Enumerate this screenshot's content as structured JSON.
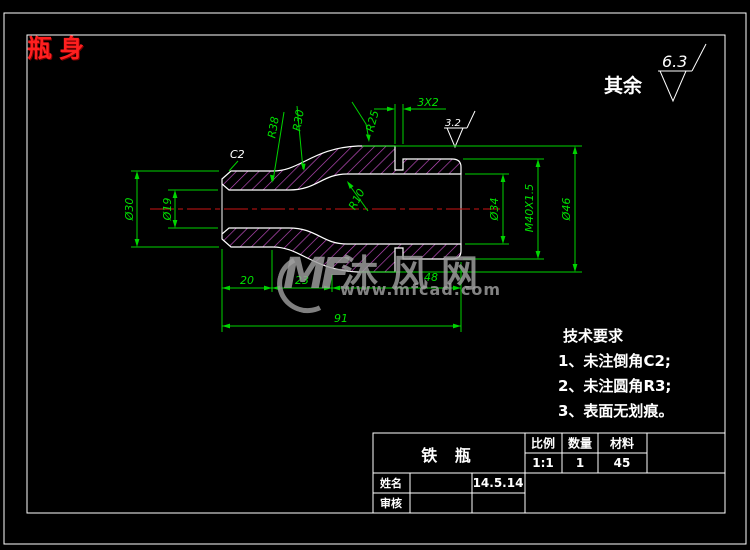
{
  "title": {
    "label": "瓶身"
  },
  "surface_note": {
    "prefix": "其余",
    "roughness": "6.3"
  },
  "drawing": {
    "dims": {
      "d30": "Ø30",
      "d19": "Ø19",
      "d34": "Ø34",
      "d46": "Ø46",
      "thread": "M40X1.5",
      "r38": "R38",
      "r30": "R30",
      "r25": "R25",
      "r10": "R10",
      "c2": "C2",
      "groove": "3X2",
      "local_roughness": "3.2",
      "len20": "20",
      "len23": "23",
      "len48": "48",
      "len91": "91"
    }
  },
  "tech": {
    "heading": "技术要求",
    "items": [
      "1、未注倒角C2;",
      "2、未注圆角R3;",
      "3、表面无划痕。"
    ]
  },
  "title_block": {
    "part_name": "铁 瓶",
    "scale_label": "比例",
    "scale_value": "1:1",
    "qty_label": "数量",
    "qty_value": "1",
    "material_label": "材料",
    "material_value": "45",
    "name_label": "姓名",
    "date_value": "14.5.14",
    "review_label": "审核"
  },
  "watermark": {
    "logo": "MF",
    "site_name": "沐风网",
    "url": "www.mfcad.com"
  },
  "colors": {
    "background": "#000000",
    "dimension_green": "#00d400",
    "outline_white": "#ffffff",
    "hatch_magenta": "#c44ec4",
    "centerline_red": "#cc1515",
    "title_red": "#ff1f1f",
    "watermark_gray": "#a0a0a0"
  }
}
